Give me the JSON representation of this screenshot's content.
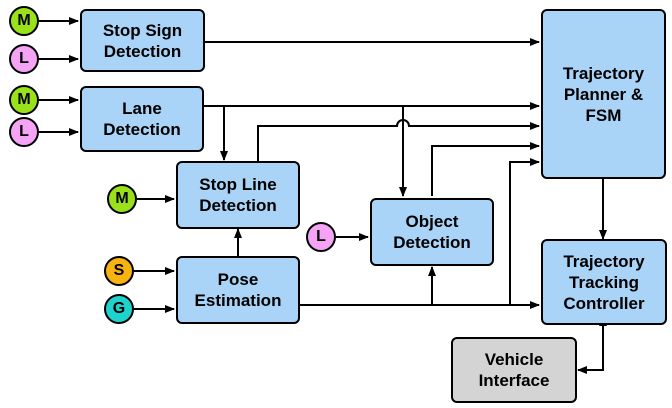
{
  "blocks": {
    "stop_sign": "Stop Sign\nDetection",
    "lane": "Lane\nDetection",
    "stop_line": "Stop Line\nDetection",
    "object": "Object\nDetection",
    "pose": "Pose\nEstimation",
    "planner": "Trajectory\nPlanner &\nFSM",
    "tracking": "Trajectory\nTracking\nController",
    "vehicle": "Vehicle\nInterface"
  },
  "inputs": {
    "m1": "M",
    "l1": "L",
    "m2": "M",
    "l2": "L",
    "m3": "M",
    "l3": "L",
    "s": "S",
    "g": "G"
  },
  "colors": {
    "block": "#a9d4f7",
    "vehicle_block": "#d4d4d4",
    "M": "#99e21a",
    "L": "#f5a3f5",
    "S": "#f6b312",
    "G": "#1fd3cd"
  }
}
